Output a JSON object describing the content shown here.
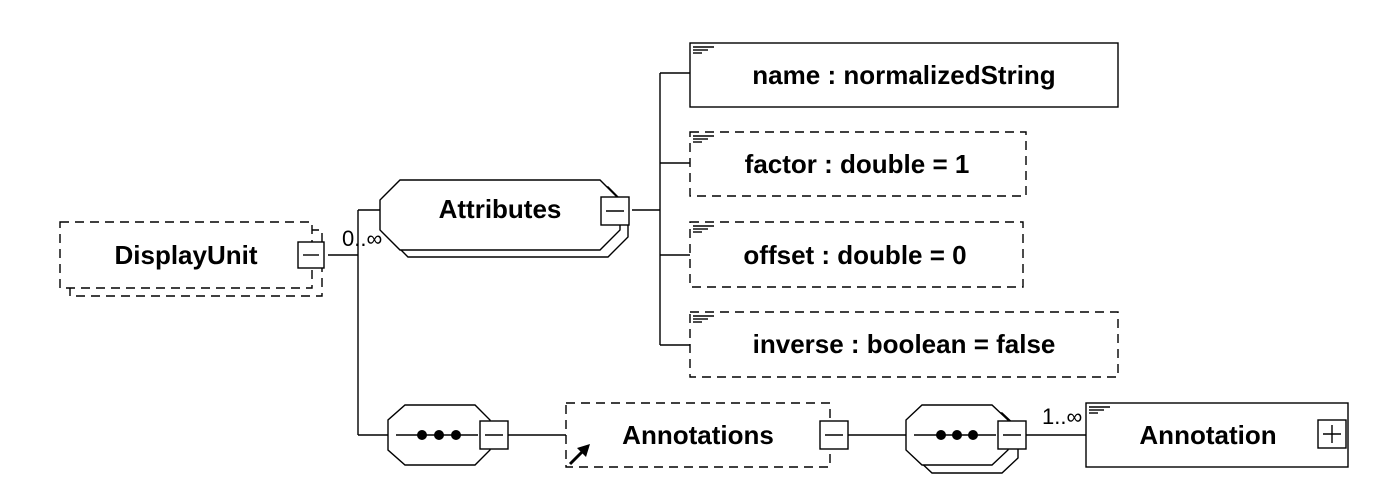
{
  "root": {
    "label": "DisplayUnit",
    "toggle": "minus"
  },
  "attributes_group": {
    "label": "Attributes",
    "cardinality": "0..∞",
    "toggle": "minus",
    "attributes": [
      {
        "label": "name : normalizedString",
        "required": true
      },
      {
        "label": "factor : double = 1",
        "required": false
      },
      {
        "label": "offset : double = 0",
        "required": false
      },
      {
        "label": "inverse : boolean = false",
        "required": false
      }
    ]
  },
  "sequence_1": {
    "icon": "sequence-icon",
    "toggle": "minus"
  },
  "annotations": {
    "label": "Annotations",
    "toggle": "minus",
    "reference": true
  },
  "sequence_2": {
    "icon": "sequence-icon",
    "toggle": "minus"
  },
  "annotation": {
    "label": "Annotation",
    "cardinality": "1..∞",
    "toggle": "plus"
  }
}
